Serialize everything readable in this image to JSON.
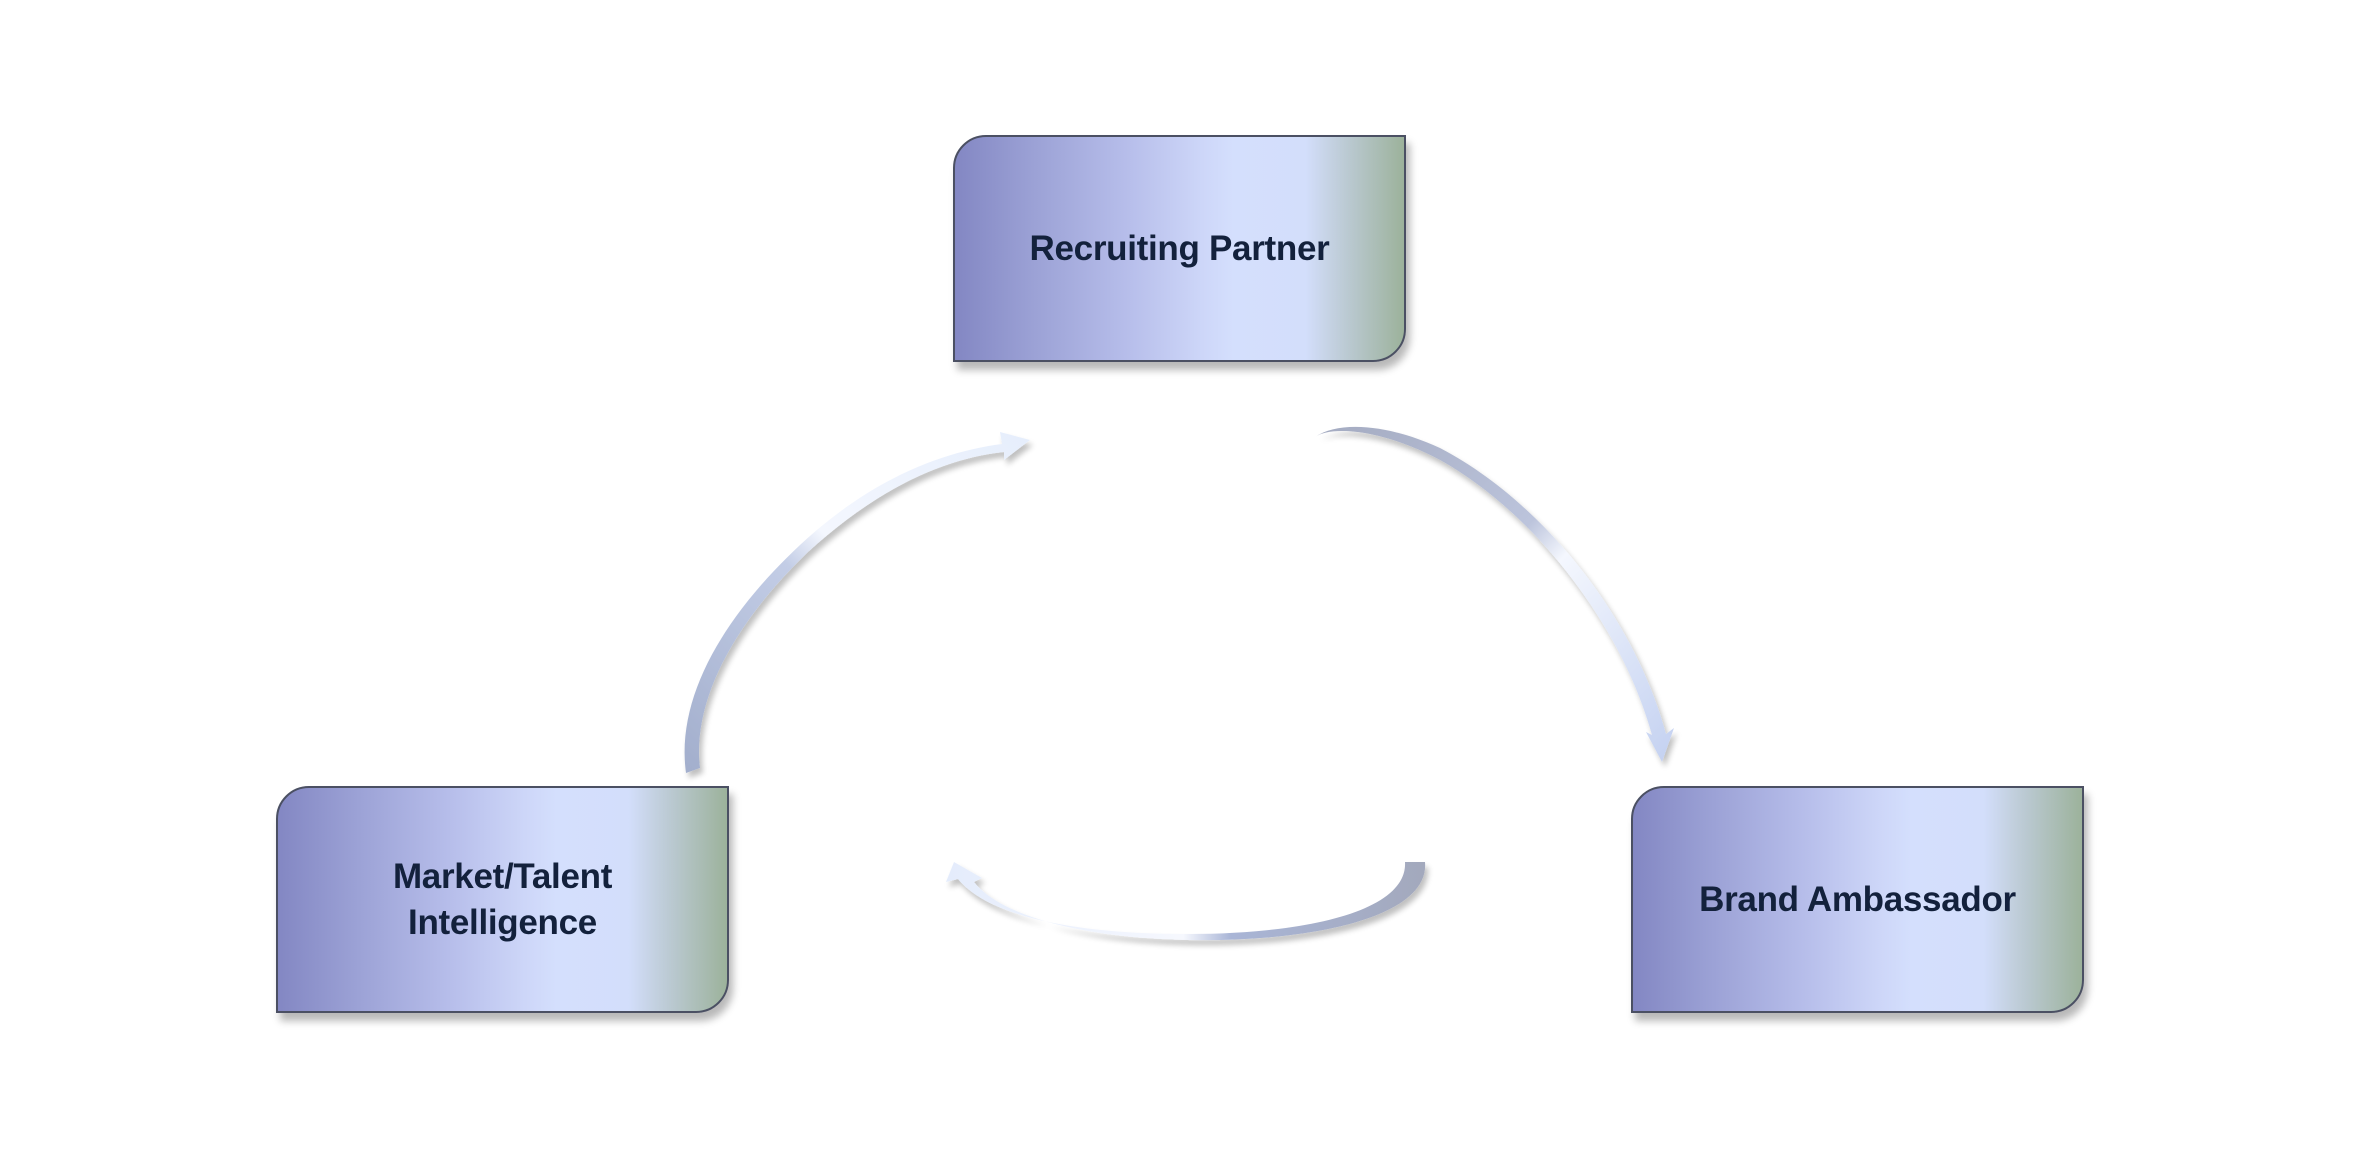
{
  "diagram": {
    "type": "cycle",
    "nodes": [
      {
        "id": "recruiting-partner",
        "label": "Recruiting Partner"
      },
      {
        "id": "brand-ambassador",
        "label": "Brand Ambassador"
      },
      {
        "id": "market-talent-intelligence",
        "label": "Market/Talent\nIntelligence"
      }
    ],
    "edges": [
      {
        "from": "recruiting-partner",
        "to": "brand-ambassador"
      },
      {
        "from": "brand-ambassador",
        "to": "market-talent-intelligence"
      },
      {
        "from": "market-talent-intelligence",
        "to": "recruiting-partner"
      }
    ],
    "colors": {
      "node_gradient_left": "#8387c3",
      "node_gradient_mid": "#d4dffd",
      "node_gradient_right": "#9cb29b",
      "node_border": "#4b5063",
      "label_text": "#13213c",
      "arrow_dark": "#a3afcd",
      "arrow_light": "#e8effd"
    }
  }
}
